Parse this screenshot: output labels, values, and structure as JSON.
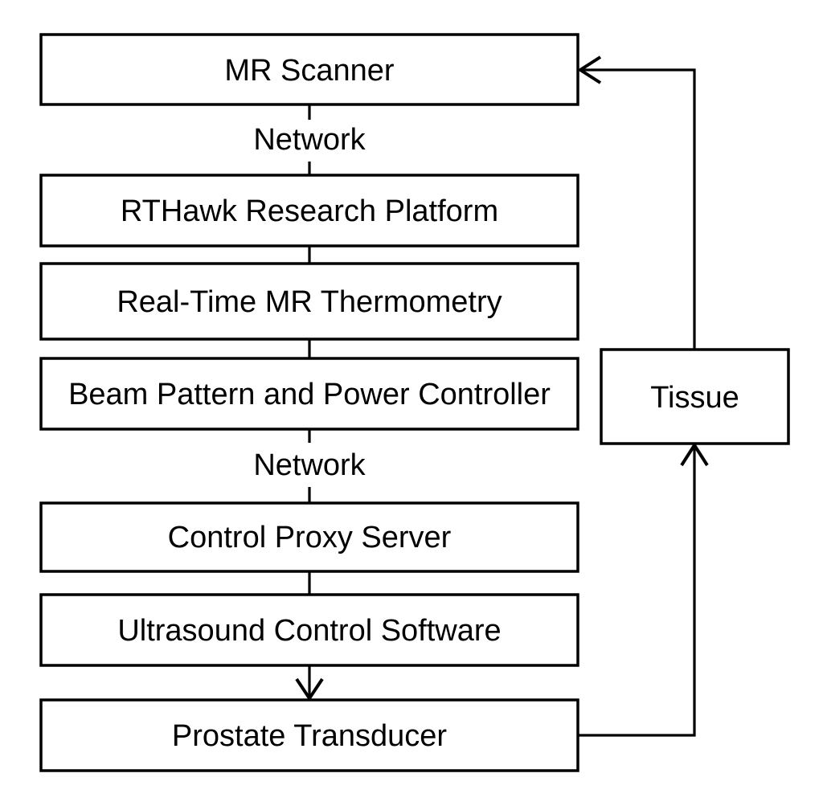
{
  "diagram": {
    "type": "flowchart",
    "colors": {
      "background": "#ffffff",
      "node_fill": "#ffffff",
      "stroke": "#000000",
      "text": "#000000"
    },
    "nodes": [
      {
        "id": "mr-scanner",
        "label": "MR Scanner"
      },
      {
        "id": "rthawk-research-platform",
        "label": "RTHawk Research Platform"
      },
      {
        "id": "real-time-mr-thermometry",
        "label": "Real-Time MR Thermometry"
      },
      {
        "id": "beam-pattern-power-controller",
        "label": "Beam Pattern and Power Controller"
      },
      {
        "id": "control-proxy-server",
        "label": "Control Proxy Server"
      },
      {
        "id": "ultrasound-control-software",
        "label": "Ultrasound Control Software"
      },
      {
        "id": "prostate-transducer",
        "label": "Prostate Transducer"
      },
      {
        "id": "tissue",
        "label": "Tissue"
      }
    ],
    "edge_labels": [
      {
        "id": "network-upper",
        "label": "Network"
      },
      {
        "id": "network-lower",
        "label": "Network"
      }
    ],
    "edges": [
      {
        "from": "mr-scanner",
        "to": "rthawk-research-platform",
        "label": "Network",
        "arrow": false
      },
      {
        "from": "rthawk-research-platform",
        "to": "real-time-mr-thermometry",
        "arrow": false
      },
      {
        "from": "real-time-mr-thermometry",
        "to": "beam-pattern-power-controller",
        "arrow": false
      },
      {
        "from": "beam-pattern-power-controller",
        "to": "control-proxy-server",
        "label": "Network",
        "arrow": false
      },
      {
        "from": "control-proxy-server",
        "to": "ultrasound-control-software",
        "arrow": false
      },
      {
        "from": "ultrasound-control-software",
        "to": "prostate-transducer",
        "arrow": true
      },
      {
        "from": "prostate-transducer",
        "to": "tissue",
        "arrow": true
      },
      {
        "from": "tissue",
        "to": "mr-scanner",
        "arrow": true
      }
    ]
  }
}
